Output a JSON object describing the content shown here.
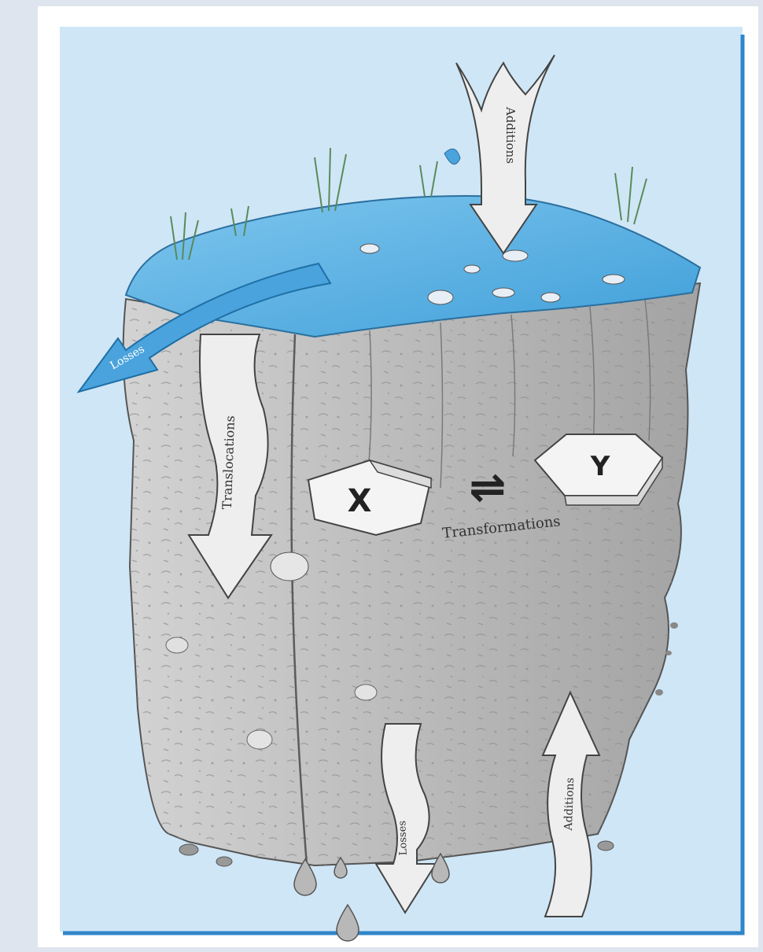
{
  "diagram": {
    "labels": {
      "additions_top": "Additions",
      "losses_lateral": "Losses",
      "translocations": "Translocations",
      "transformations": "Transformations",
      "additions_bottom": "Additions",
      "losses_bottom": "Losses"
    },
    "blocks": {
      "x": "X",
      "y": "Y"
    },
    "equilibrium_symbol": "⇌",
    "colors": {
      "page_background": "#dfe5ee",
      "panel_background": "#cfe6f6",
      "panel_border": "#2f86c9",
      "water_surface": "#5db3e6",
      "soil_light": "#c9c9c9",
      "soil_dark": "#9e9e9e",
      "arrow_fill": "#eeeeee"
    }
  }
}
